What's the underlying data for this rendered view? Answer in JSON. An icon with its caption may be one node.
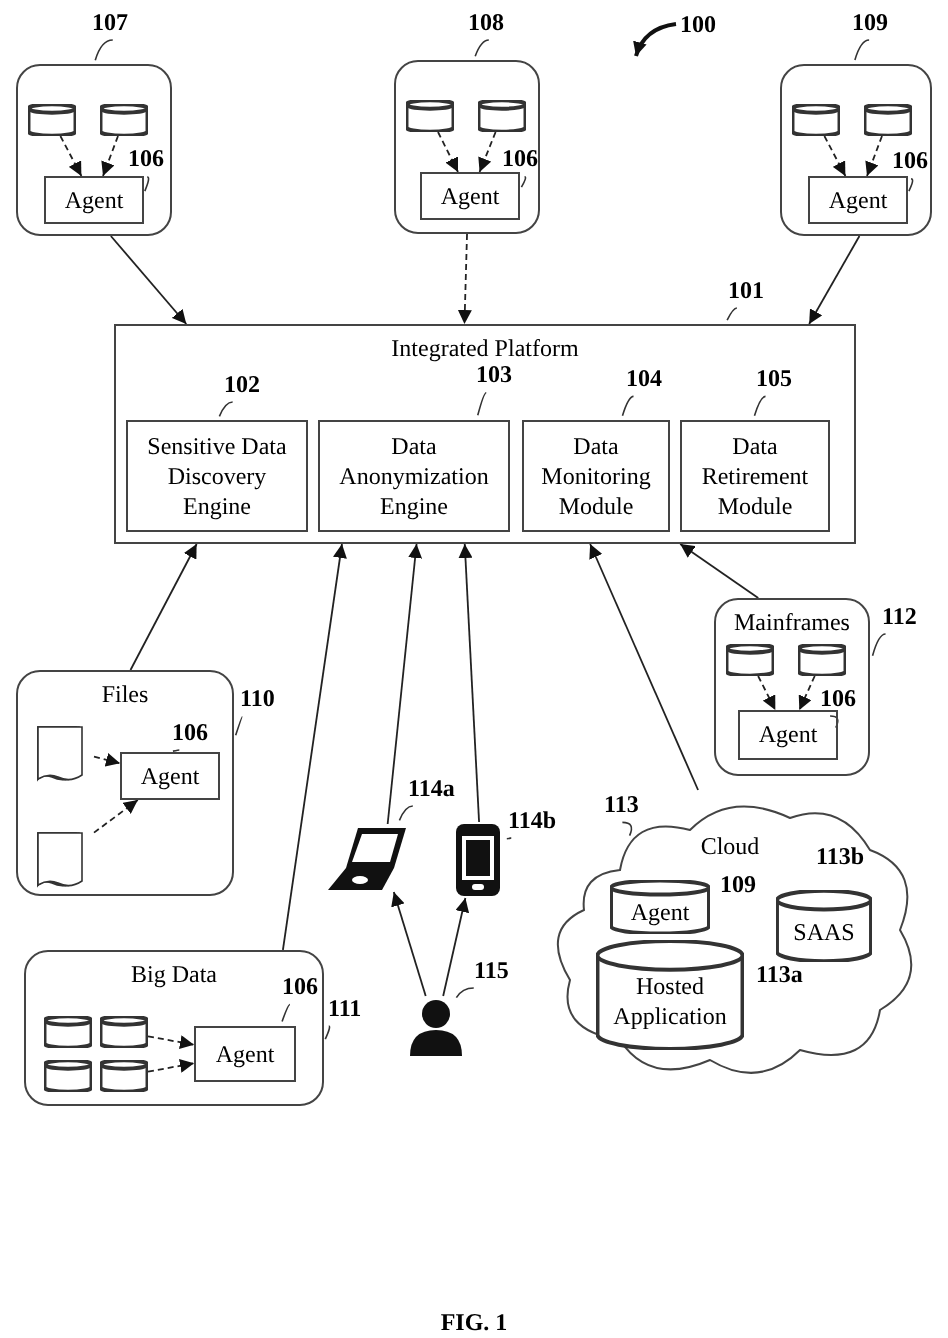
{
  "diagram": {
    "caption": "FIG. 1",
    "nodes": [
      {
        "text": [],
        "shape": "box",
        "beside": [
          "107"
        ]
      },
      {
        "text": [],
        "shape": "cylinder",
        "in": 0
      },
      {
        "text": [],
        "shape": "cylinder",
        "in": 0
      },
      {
        "text": [
          "Agent"
        ],
        "in": 0,
        "beside": [
          "106"
        ]
      },
      {
        "text": [],
        "shape": "box",
        "beside": [
          "108"
        ]
      },
      {
        "text": [],
        "shape": "cylinder",
        "in": 4
      },
      {
        "text": [],
        "shape": "cylinder",
        "in": 4
      },
      {
        "text": [
          "Agent"
        ],
        "in": 4,
        "beside": [
          "106"
        ]
      },
      {
        "text": [],
        "shape": "box",
        "beside": [
          "109"
        ]
      },
      {
        "text": [],
        "shape": "cylinder",
        "in": 8
      },
      {
        "text": [],
        "shape": "cylinder",
        "in": 8
      },
      {
        "text": [
          "Agent"
        ],
        "in": 8,
        "beside": [
          "106"
        ]
      },
      {
        "text": [
          "Integrated Platform"
        ],
        "beside": [
          "101"
        ]
      },
      {
        "text": [
          "Sensitive Data Discovery Engine"
        ],
        "in": 12,
        "beside": [
          "102"
        ]
      },
      {
        "text": [
          "Data Anonymization Engine"
        ],
        "in": 12,
        "beside": [
          "103"
        ]
      },
      {
        "text": [
          "Data Monitoring Module"
        ],
        "in": 12,
        "beside": [
          "104"
        ]
      },
      {
        "text": [
          "Data Retirement Module"
        ],
        "in": 12,
        "beside": [
          "105"
        ]
      },
      {
        "text": [
          "Mainframes"
        ],
        "beside": [
          "112"
        ]
      },
      {
        "text": [],
        "shape": "cylinder",
        "in": 17
      },
      {
        "text": [],
        "shape": "cylinder",
        "in": 17
      },
      {
        "text": [
          "Agent"
        ],
        "in": 17,
        "beside": [
          "106"
        ]
      },
      {
        "text": [
          "Files"
        ],
        "beside": [
          "110"
        ]
      },
      {
        "text": [],
        "shape": "document",
        "in": 21
      },
      {
        "text": [],
        "shape": "document",
        "in": 21
      },
      {
        "text": [
          "Agent"
        ],
        "in": 21,
        "beside": [
          "106"
        ]
      },
      {
        "text": [],
        "shape": "laptop",
        "beside": [
          "114a"
        ]
      },
      {
        "text": [],
        "shape": "phone",
        "beside": [
          "114b"
        ]
      },
      {
        "text": [
          "Cloud"
        ],
        "beside": [
          "113"
        ]
      },
      {
        "text": [
          "Agent"
        ],
        "in": 27,
        "beside": [
          "109"
        ]
      },
      {
        "text": [
          "Hosted Application"
        ],
        "in": 27,
        "beside": [
          "113a"
        ]
      },
      {
        "text": [
          "SAAS"
        ],
        "in": 27,
        "beside": [
          "113b"
        ]
      },
      {
        "text": [
          "Big Data"
        ],
        "beside": [
          "111"
        ]
      },
      {
        "text": [],
        "shape": "cylinder",
        "in": 31
      },
      {
        "text": [],
        "shape": "cylinder",
        "in": 31
      },
      {
        "text": [],
        "shape": "cylinder",
        "in": 31
      },
      {
        "text": [],
        "shape": "cylinder",
        "in": 31
      },
      {
        "text": [
          "Agent"
        ],
        "in": 31,
        "beside": [
          "106"
        ]
      },
      {
        "text": [],
        "shape": "person",
        "beside": [
          "115"
        ]
      }
    ],
    "edges": [
      {
        "from": 0,
        "to": 12,
        "arrow": "to"
      },
      {
        "from": 4,
        "to": 12,
        "arrow": "to",
        "style": "dashed"
      },
      {
        "from": 8,
        "to": 12,
        "arrow": "to"
      },
      {
        "from": 1,
        "to": 3,
        "arrow": "to",
        "style": "dashed"
      },
      {
        "from": 2,
        "to": 3,
        "arrow": "to",
        "style": "dashed"
      },
      {
        "from": 5,
        "to": 7,
        "arrow": "to",
        "style": "dashed"
      },
      {
        "from": 6,
        "to": 7,
        "arrow": "to",
        "style": "dashed"
      },
      {
        "from": 9,
        "to": 11,
        "arrow": "to",
        "style": "dashed"
      },
      {
        "from": 10,
        "to": 11,
        "arrow": "to",
        "style": "dashed"
      },
      {
        "from": 18,
        "to": 20,
        "arrow": "to",
        "style": "dashed"
      },
      {
        "from": 19,
        "to": 20,
        "arrow": "to",
        "style": "dashed"
      },
      {
        "from": 22,
        "to": 24,
        "arrow": "to",
        "style": "dashed"
      },
      {
        "from": 23,
        "to": 24,
        "arrow": "to",
        "style": "dashed"
      },
      {
        "from": 33,
        "to": 36,
        "arrow": "to",
        "style": "dashed"
      },
      {
        "from": 35,
        "to": 36,
        "arrow": "to",
        "style": "dashed"
      },
      {
        "from": 21,
        "to": 12,
        "arrow": "to"
      },
      {
        "from": 31,
        "to": 12,
        "arrow": "to"
      },
      {
        "from": 25,
        "to": 12,
        "arrow": "to"
      },
      {
        "from": 26,
        "to": 12,
        "arrow": "to"
      },
      {
        "from": 27,
        "to": 12,
        "arrow": "to"
      },
      {
        "from": 17,
        "to": 12,
        "arrow": "to"
      },
      {
        "from": 37,
        "to": 25,
        "arrow": "to"
      },
      {
        "from": 37,
        "to": 26,
        "arrow": "to"
      }
    ],
    "labels": [
      "100"
    ]
  }
}
